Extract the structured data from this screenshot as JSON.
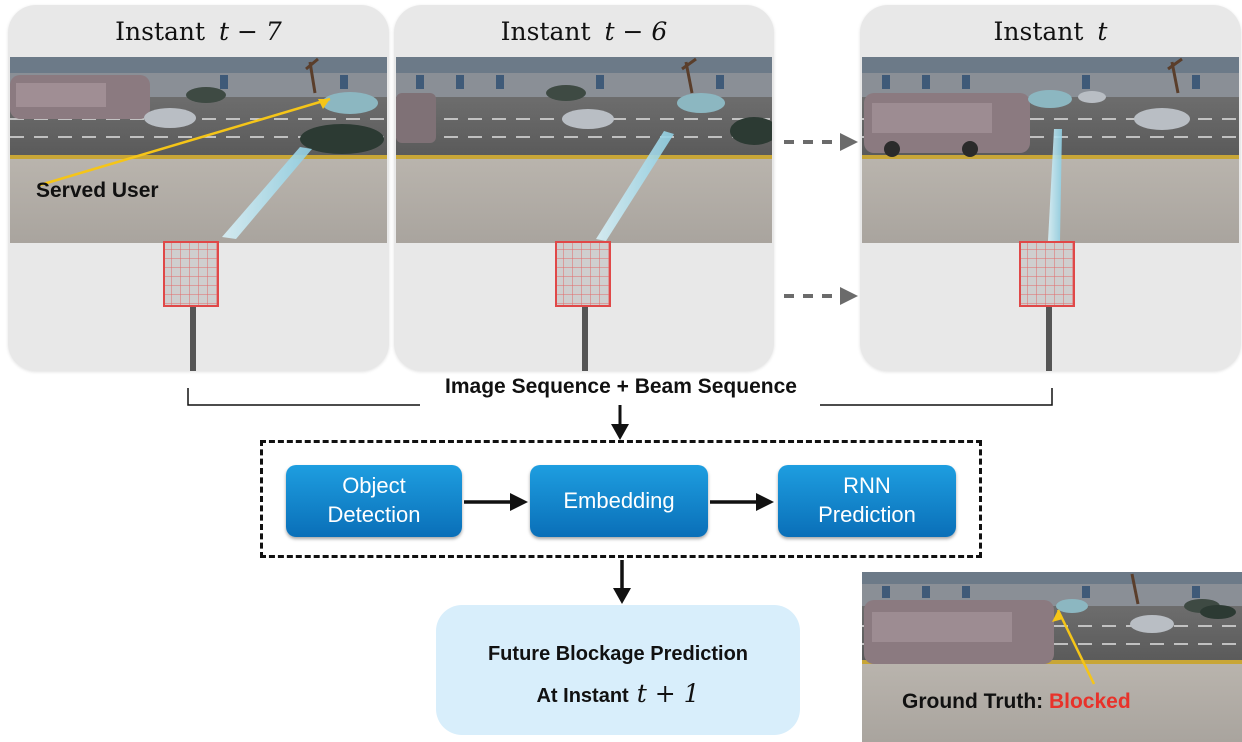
{
  "panels": [
    {
      "title_prefix": "Instant",
      "title_math": "t − 7"
    },
    {
      "title_prefix": "Instant",
      "title_math": "t − 6"
    },
    {
      "title_prefix": "Instant",
      "title_math": "t"
    }
  ],
  "served_user_label": "Served User",
  "sequence_label": "Image Sequence + Beam Sequence",
  "pipeline": {
    "blocks": [
      {
        "label_line1": "Object",
        "label_line2": "Detection"
      },
      {
        "label_line1": "Embedding",
        "label_line2": ""
      },
      {
        "label_line1": "RNN",
        "label_line2": "Prediction"
      }
    ]
  },
  "output": {
    "line1": "Future Blockage Prediction",
    "line2_prefix": "At Instant",
    "line2_math": "t + 1"
  },
  "ground_truth": {
    "label": "Ground Truth:",
    "value": "Blocked"
  },
  "colors": {
    "block_blue": "#0a6fb8",
    "output_bg": "#d8eefb",
    "blocked_red": "#e8322a",
    "beam": "#a9dced",
    "pointer_yellow": "#f5c518"
  }
}
